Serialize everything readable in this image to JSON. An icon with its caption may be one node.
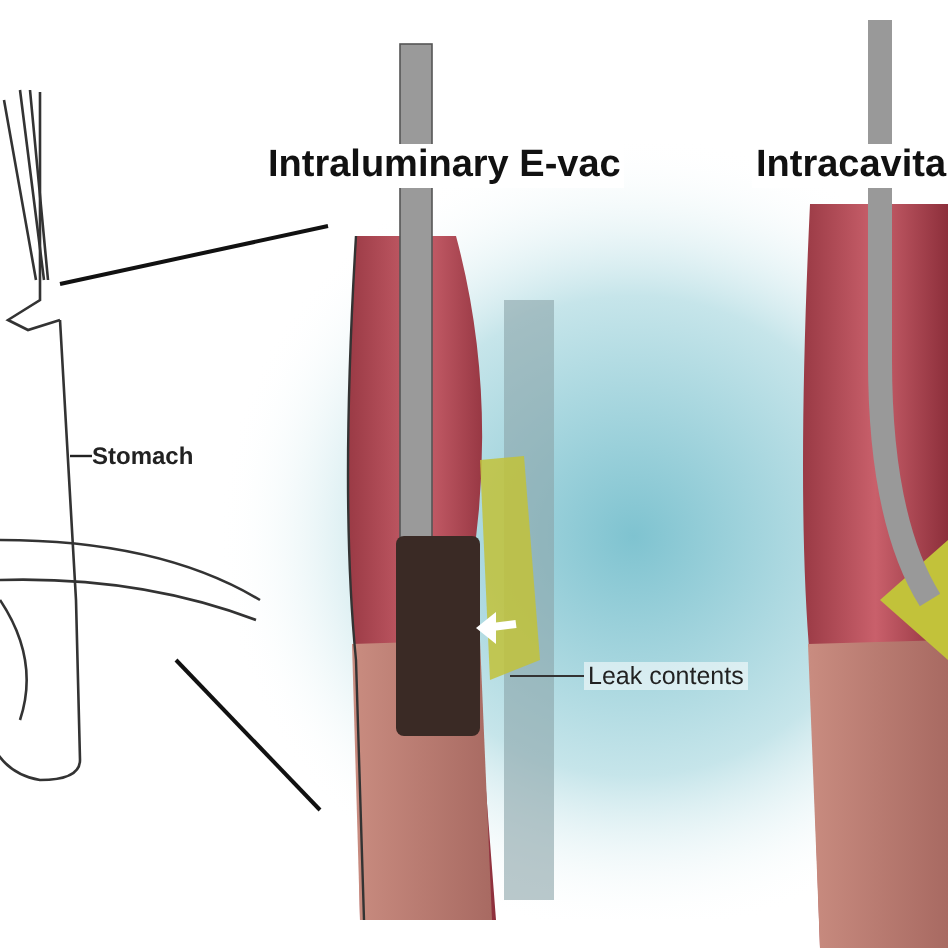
{
  "diagram": {
    "nodes": [
      {
        "text": [
          "Stomach"
        ]
      },
      {
        "text": [],
        "shape": "picture"
      },
      {
        "text": [
          "Leak contents"
        ]
      },
      {
        "text": [],
        "shape": "picture"
      }
    ],
    "edges": [
      {
        "from": 0,
        "to": 1,
        "arrow": "none"
      },
      {
        "from": 2,
        "to": 3,
        "arrow": "none"
      }
    ],
    "labels": [
      "Intraluminary E-vac",
      "Intracavita"
    ]
  }
}
